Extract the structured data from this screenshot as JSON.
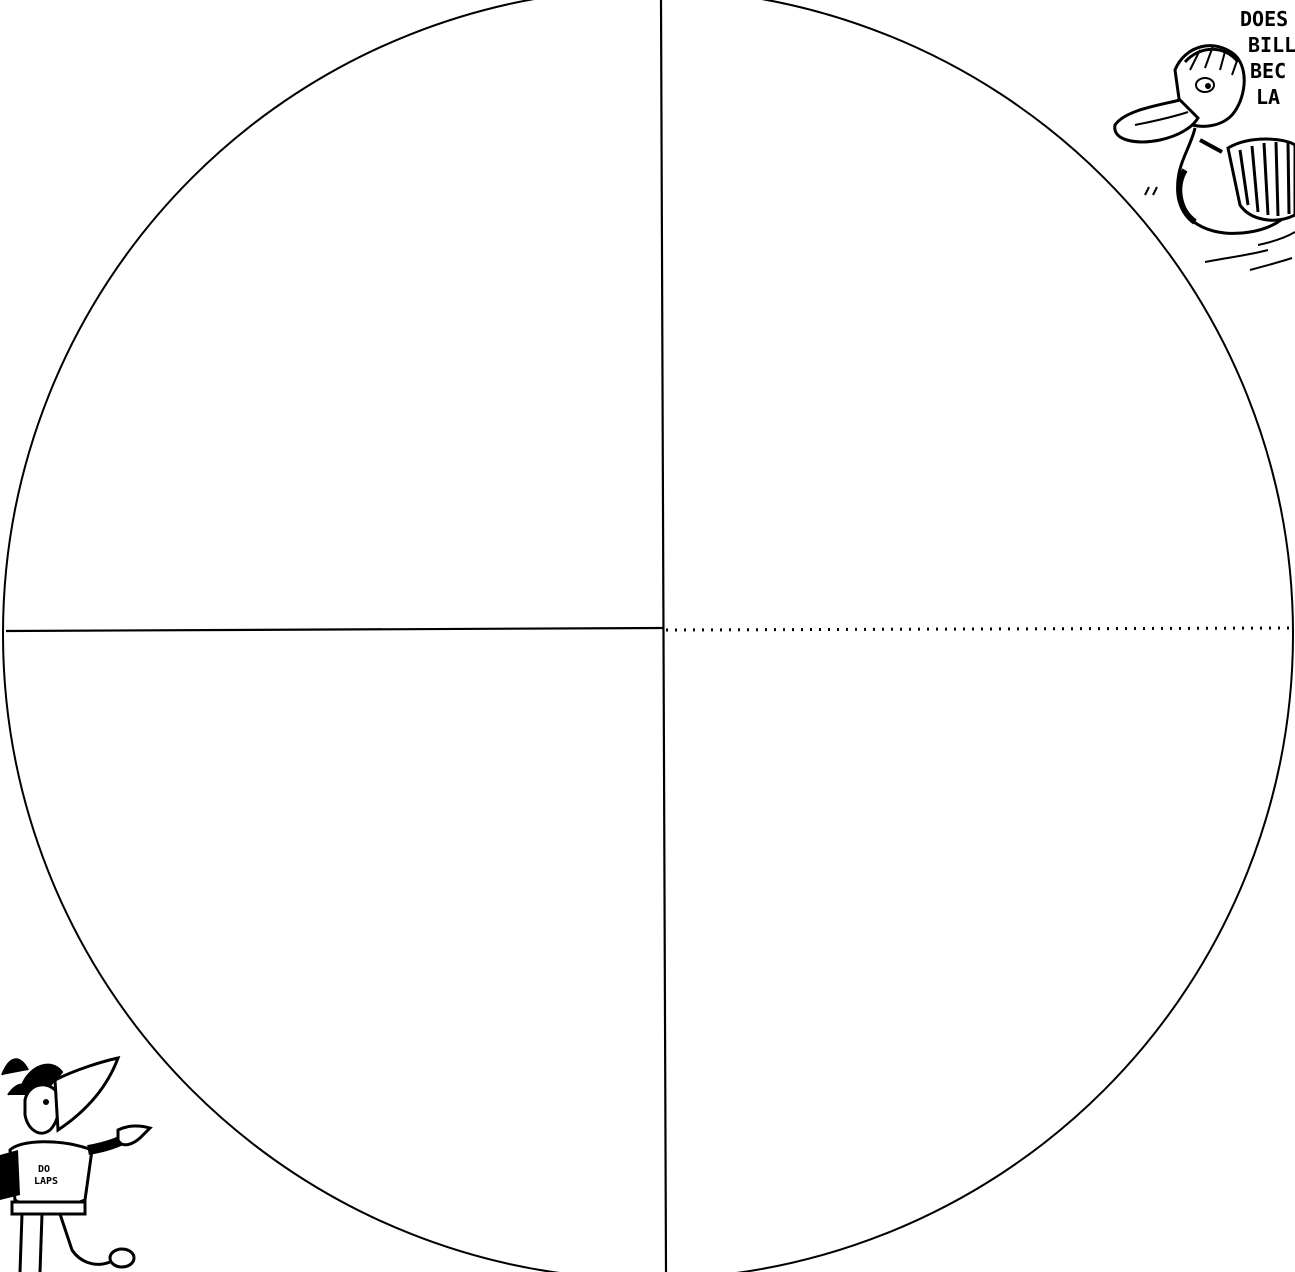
{
  "diagram": {
    "type": "circle-quadrants",
    "colors": {
      "ink": "#000000",
      "paper": "#ffffff"
    }
  },
  "cartoons": {
    "duck": {
      "icon": "duck-cartoon-icon",
      "caption_lines": [
        "DOES",
        "BILL",
        "BEC",
        "LA"
      ]
    },
    "bird": {
      "icon": "bird-cartoon-icon",
      "shirt_text_lines": [
        "DO",
        "LAPS"
      ]
    }
  }
}
